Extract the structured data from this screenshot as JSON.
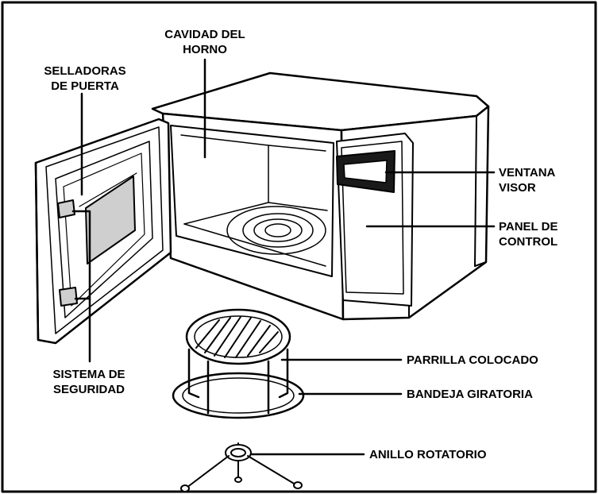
{
  "labels": {
    "oven_cavity": [
      "CAVIDAD DEL",
      "HORNO"
    ],
    "door_seals": [
      "SELLADORAS",
      "DE PUERTA"
    ],
    "viewing_window": [
      "VENTANA",
      "VISOR"
    ],
    "control_panel": [
      "PANEL DE",
      "CONTROL"
    ],
    "safety_system": [
      "SISTEMA DE",
      "SEGURIDAD"
    ],
    "rack": "PARRILLA COLOCADO",
    "turntable": "BANDEJA GIRATORIA",
    "roller_ring": "ANILLO ROTATORIO"
  },
  "colors": {
    "ink": "#000000",
    "paper": "#ffffff",
    "shade": "#cfcfcf",
    "dark": "#1a1a1a"
  }
}
